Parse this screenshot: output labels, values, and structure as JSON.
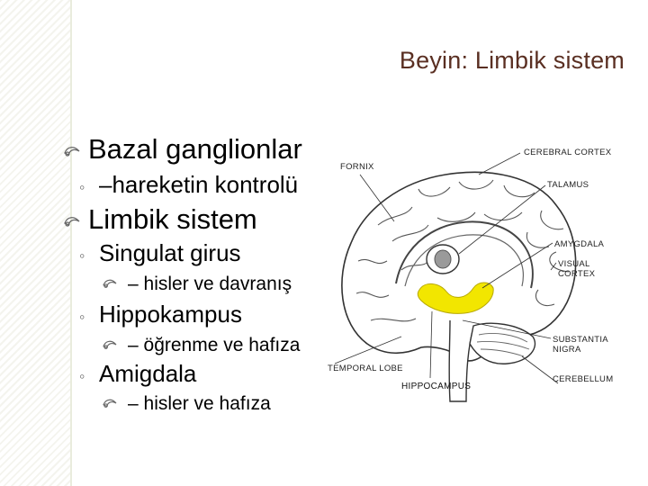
{
  "slide": {
    "title": "Beyin: Limbik sistem"
  },
  "outline": [
    {
      "level": 1,
      "text": "Bazal ganglionlar"
    },
    {
      "level": 2,
      "text": "–hareketin kontrolü"
    },
    {
      "level": 1,
      "text": "Limbik sistem"
    },
    {
      "level": 2,
      "text": "Singulat girus"
    },
    {
      "level": 3,
      "text": "– hisler ve davranış"
    },
    {
      "level": 2,
      "text": "Hippokampus"
    },
    {
      "level": 3,
      "text": "– öğrenme ve hafıza"
    },
    {
      "level": 2,
      "text": "Amigdala"
    },
    {
      "level": 3,
      "text": "– hisler ve hafıza"
    }
  ],
  "diagram": {
    "labels": {
      "fornix": "FORNIX",
      "cerebral_cortex": "CEREBRAL CORTEX",
      "talamus": "TALAMUS",
      "amygdala": "AMYGDALA",
      "visual_cortex_1": "VISUAL",
      "visual_cortex_2": "CORTEX",
      "substantia_nigra_1": "SUBSTANTIA",
      "substantia_nigra_2": "NIGRA",
      "temporal_lobe": "TEMPORAL LOBE",
      "cerebellum": "CEREBELLUM",
      "hippocampus": "HIPPOCAMPUS"
    },
    "colors": {
      "hippocampus_fill": "#f2e600",
      "line": "#333333",
      "ventricle": "#9a9a9a"
    }
  }
}
